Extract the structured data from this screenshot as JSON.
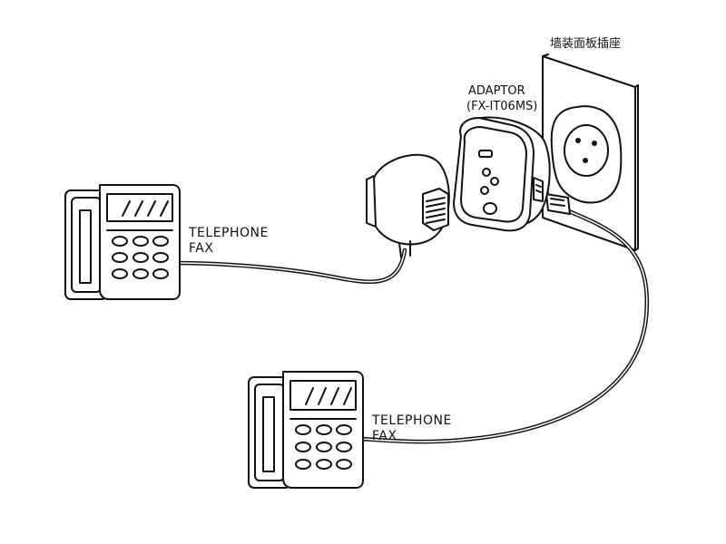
{
  "labels": {
    "wall_panel": "墙装面板插座",
    "adaptor_line1": "ADAPTOR",
    "adaptor_line2": "(FX-IT06MS)",
    "phone1_line1": "TELEPHONE",
    "phone1_line2": "FAX",
    "phone2_line1": "TELEPHONE",
    "phone2_line2": "FAX"
  },
  "colors": {
    "stroke": "#111111",
    "fill": "#ffffff"
  }
}
